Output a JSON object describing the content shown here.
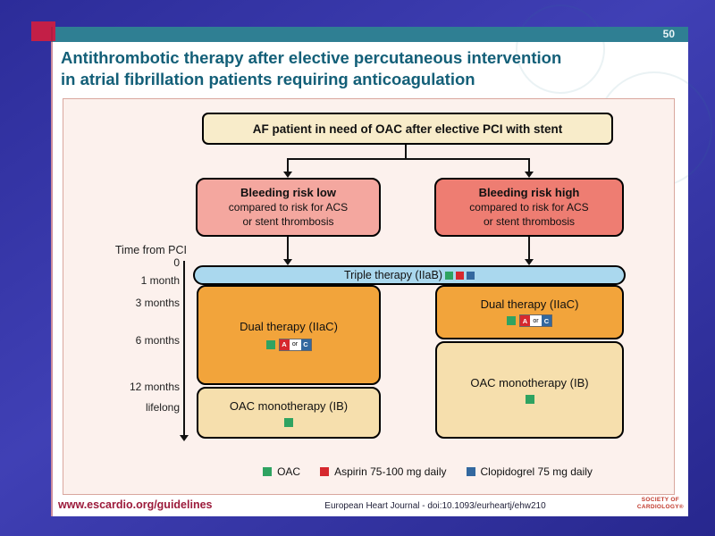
{
  "slide": {
    "number": "50",
    "title": {
      "line1": "Antithrombotic therapy after elective percutaneous intervention",
      "line2": "in atrial fibrillation patients requiring anticoagulation"
    }
  },
  "flowchart": {
    "root_box": "AF patient in need of OAC after elective PCI with stent",
    "bleeding_low": {
      "title": "Bleeding risk low",
      "line1": "compared to risk for ACS",
      "line2": "or stent thrombosis"
    },
    "bleeding_high": {
      "title": "Bleeding risk high",
      "line1": "compared to risk for ACS",
      "line2": "or stent thrombosis"
    },
    "timeline": {
      "label": "Time from PCI",
      "ticks": [
        "0",
        "1 month",
        "3 months",
        "6 months",
        "12 months",
        "lifelong"
      ]
    },
    "triple_therapy": "Triple therapy (IIaB)",
    "dual_therapy": "Dual therapy (IIaC)",
    "oac_monotherapy": "OAC monotherapy (IB)",
    "a_or_c": {
      "a": "A",
      "or": "or",
      "c": "C"
    }
  },
  "legend": {
    "items": [
      {
        "label": "OAC"
      },
      {
        "label": "Aspirin 75-100 mg daily"
      },
      {
        "label": "Clopidogrel 75 mg daily"
      }
    ]
  },
  "palette": {
    "root_box_bg": "#f8ecca",
    "bleeding_low_bg": "#f4a79f",
    "bleeding_high_bg": "#ee7d72",
    "triple_bar_bg": "#aad8ee",
    "dual_bg": "#f2a43b",
    "mono_bg": "#f6dfad",
    "oac_green": "#2fa361",
    "aspirin_red": "#d6282e",
    "clopidogrel_blue": "#33689f",
    "title_teal": "#135f78",
    "accent_crimson": "#c31f47",
    "topbar_teal": "#2f7f93"
  },
  "footer": {
    "website": "www.escardio.org/guidelines",
    "citation": "European Heart Journal - doi:10.1093/eurheartj/ehw210",
    "logo": {
      "line1": "SOCIETY OF",
      "line2": "CARDIOLOGY®"
    }
  }
}
